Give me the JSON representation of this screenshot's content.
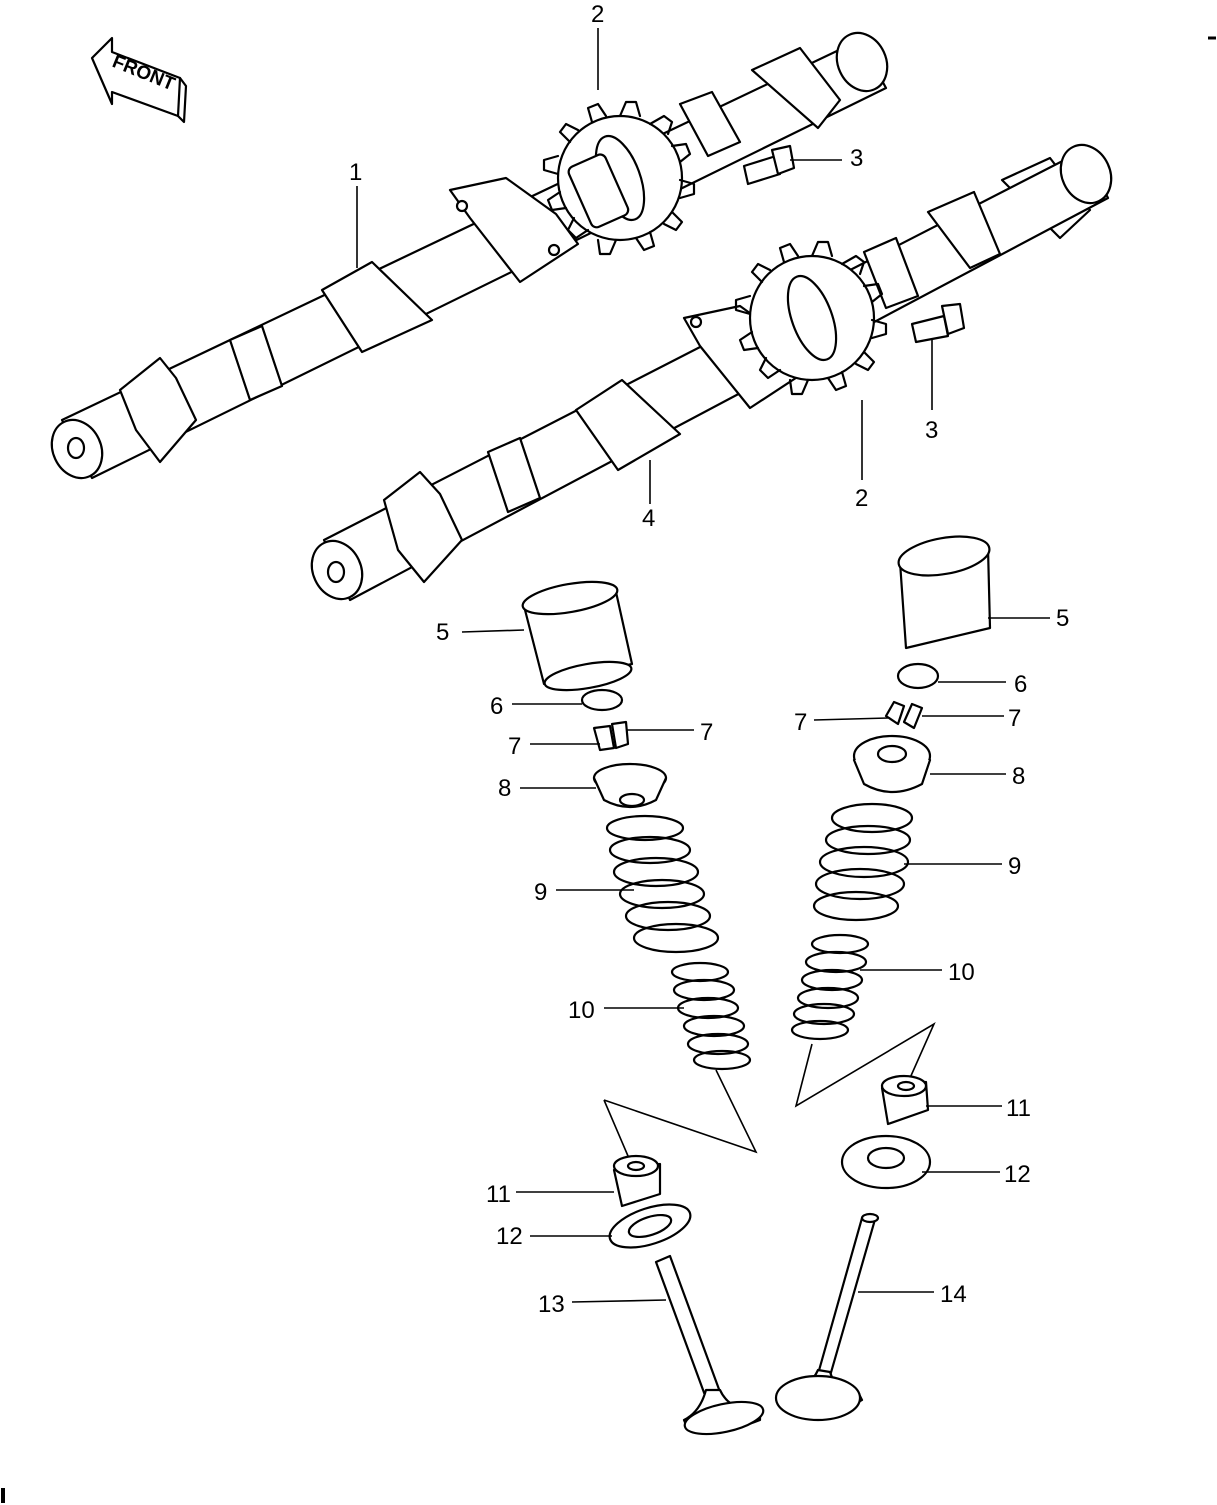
{
  "front_label": "FRONT",
  "callouts": {
    "c1": "1",
    "c2a": "2",
    "c2b": "2",
    "c3a": "3",
    "c3b": "3",
    "c4": "4",
    "c5a": "5",
    "c5b": "5",
    "c6a": "6",
    "c6b": "6",
    "c7a": "7",
    "c7b": "7",
    "c7c": "7",
    "c7d": "7",
    "c8a": "8",
    "c8b": "8",
    "c9a": "9",
    "c9b": "9",
    "c10a": "10",
    "c10b": "10",
    "c11a": "11",
    "c11b": "11",
    "c12a": "12",
    "c12b": "12",
    "c13": "13",
    "c14": "14"
  }
}
